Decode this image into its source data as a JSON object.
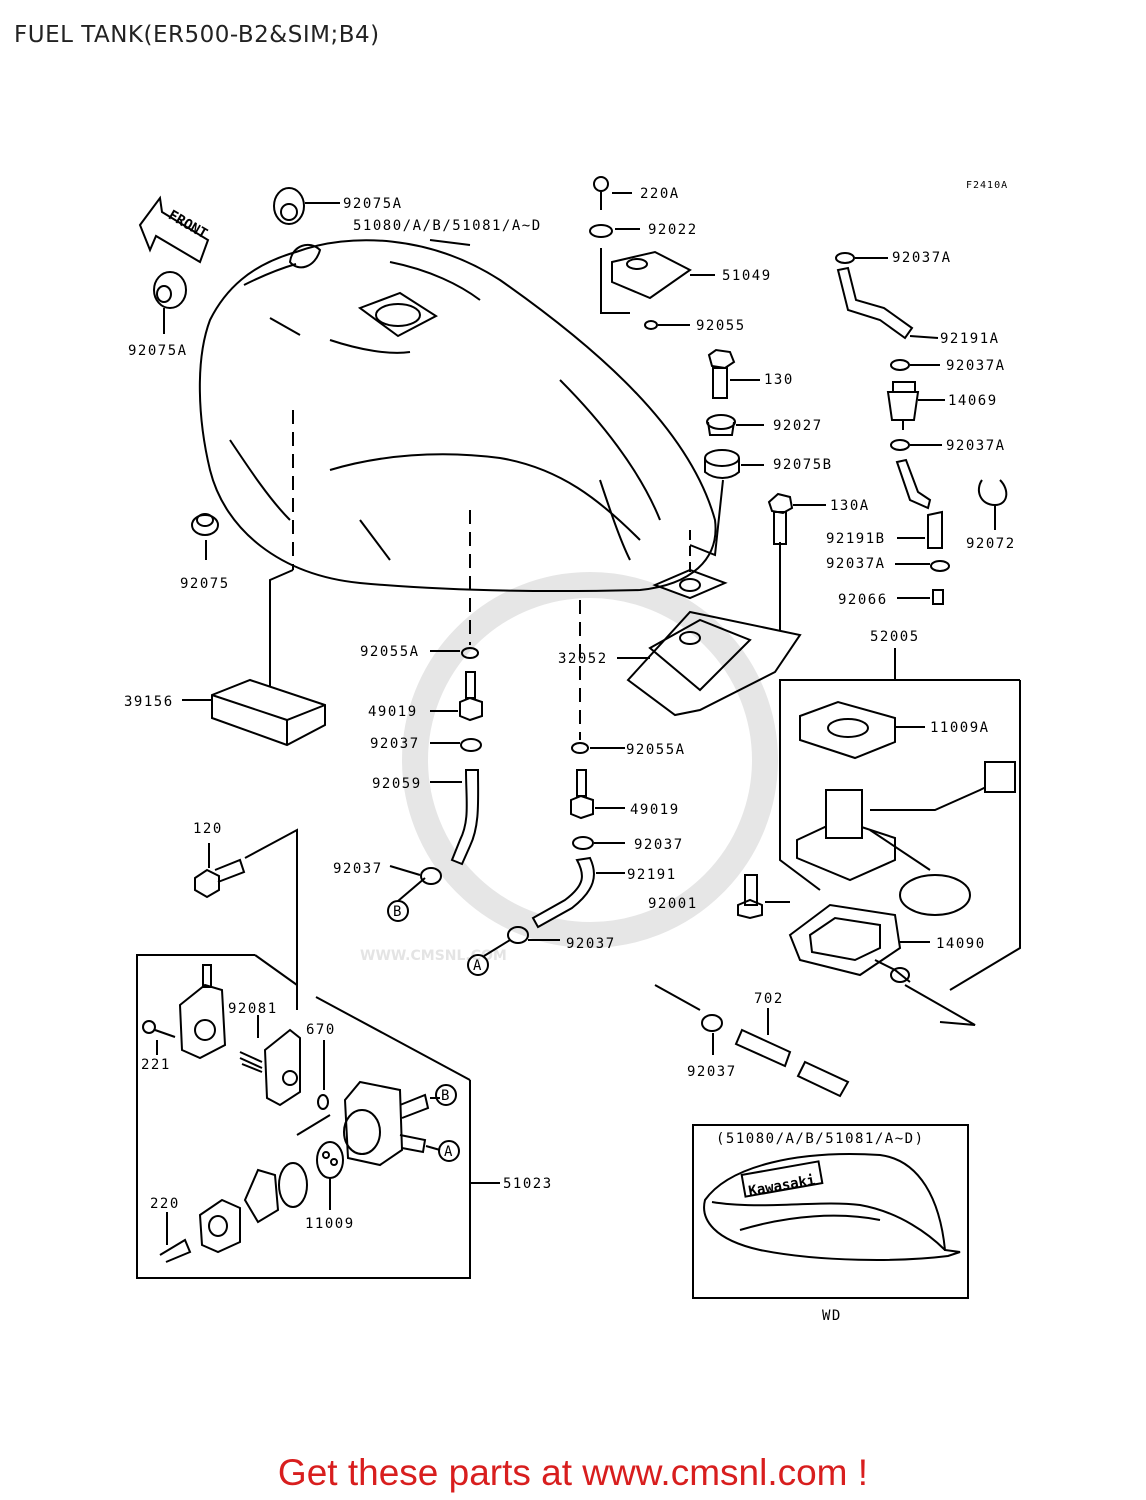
{
  "title": "FUEL TANK(ER500-B2&SIM;B4)",
  "figure_code": "F2410A",
  "front_arrow": "FRONT",
  "parts": [
    "92075A",
    "51080/A/B/51081/A~D",
    "220A",
    "92022",
    "51049",
    "92055",
    "92075A",
    "92037A",
    "92191A",
    "92037A",
    "130",
    "14069",
    "92027",
    "92037A",
    "92075B",
    "130A",
    "92072",
    "92191B",
    "92037A",
    "92075",
    "92066",
    "52005",
    "92055A",
    "32052",
    "11009A",
    "39156",
    "49019",
    "92037",
    "92055A",
    "92059",
    "49019",
    "92037",
    "120",
    "92037",
    "92191",
    "92001",
    "14090",
    "92037",
    "92081",
    "670",
    "221",
    "702",
    "92037",
    "51023",
    "220",
    "11009"
  ],
  "callouts": [
    "B",
    "A",
    "B",
    "A"
  ],
  "inset": {
    "caption": "(51080/A/B/51081/A~D)",
    "badge": "Kawasaki",
    "label": "WD"
  },
  "watermark": "WWW.CMSNL.COM",
  "call_to_action": "Get these parts at www.cmsnl.com !",
  "colors": {
    "line": "#000000",
    "cta": "#d81e1e",
    "watermark": "#e4e4e4"
  }
}
